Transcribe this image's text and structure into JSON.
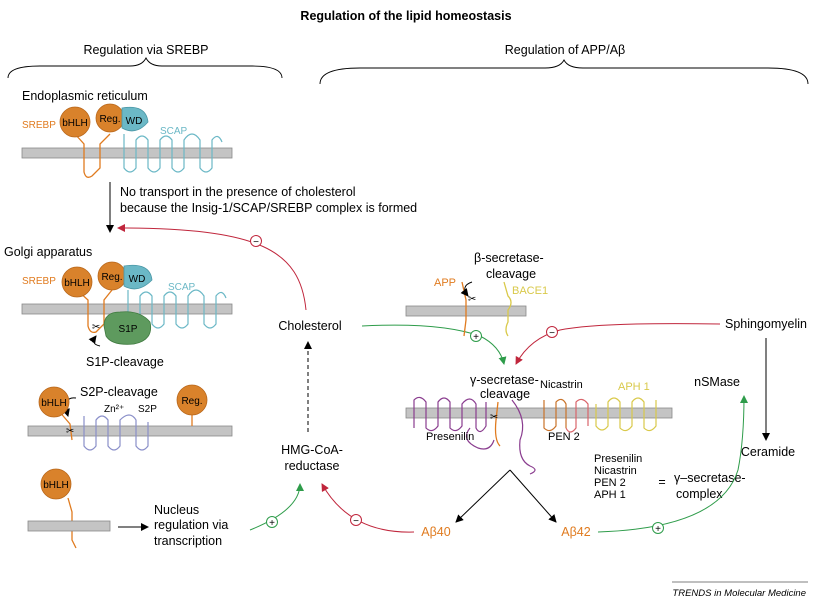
{
  "title": "Regulation of the lipid homeostasis",
  "sections": {
    "left": "Regulation via SREBP",
    "right": "Regulation of APP/Aβ"
  },
  "locations": {
    "er": "Endoplasmic reticulum",
    "golgi": "Golgi apparatus"
  },
  "proteins": {
    "srebp": "SREBP",
    "bhlh": "bHLH",
    "reg": "Reg.",
    "wd": "WD",
    "scap": "SCAP",
    "s1p": "S1P",
    "s2p": "S2P",
    "zn": "Zn²⁺",
    "app": "APP",
    "bace1": "BACE1",
    "nicastrin": "Nicastrin",
    "aph1": "APH 1",
    "pen2": "PEN 2",
    "presenilin": "Presenilin"
  },
  "labels": {
    "no_transport_1": "No transport in the presence of cholesterol",
    "no_transport_2": "because the Insig-1/SCAP/SREBP complex is formed",
    "s1p_cleavage": "S1P-cleavage",
    "s2p_cleavage": "S2P-cleavage",
    "nucleus_1": "Nucleus",
    "nucleus_2": "regulation via",
    "nucleus_3": "transcription",
    "cholesterol": "Cholesterol",
    "hmg_1": "HMG-CoA-",
    "hmg_2": "reductase",
    "beta_1": "β-secretase-",
    "beta_2": "cleavage",
    "gamma_1": "γ-secretase-",
    "gamma_2": "cleavage",
    "sphingomyelin": "Sphingomyelin",
    "nsmase": "nSMase",
    "ceramide": "Ceramide",
    "ab40": "Aβ40",
    "ab42": "Aβ42",
    "complex_eq": "=",
    "complex_1": "γ–secretase-",
    "complex_2": "complex",
    "plus": "+",
    "minus": "−"
  },
  "credit": "TRENDS in Molecular Medicine",
  "colors": {
    "srebp": "#e07b1f",
    "scap": "#6bb8c6",
    "s1p": "#5e9a5e",
    "presenilin": "#8a3d8f",
    "nicastrin": "#c9732a",
    "pen2": "#d9646a",
    "aph1": "#d9c94a",
    "positive": "#2e9c4a",
    "negative": "#c0263c"
  }
}
